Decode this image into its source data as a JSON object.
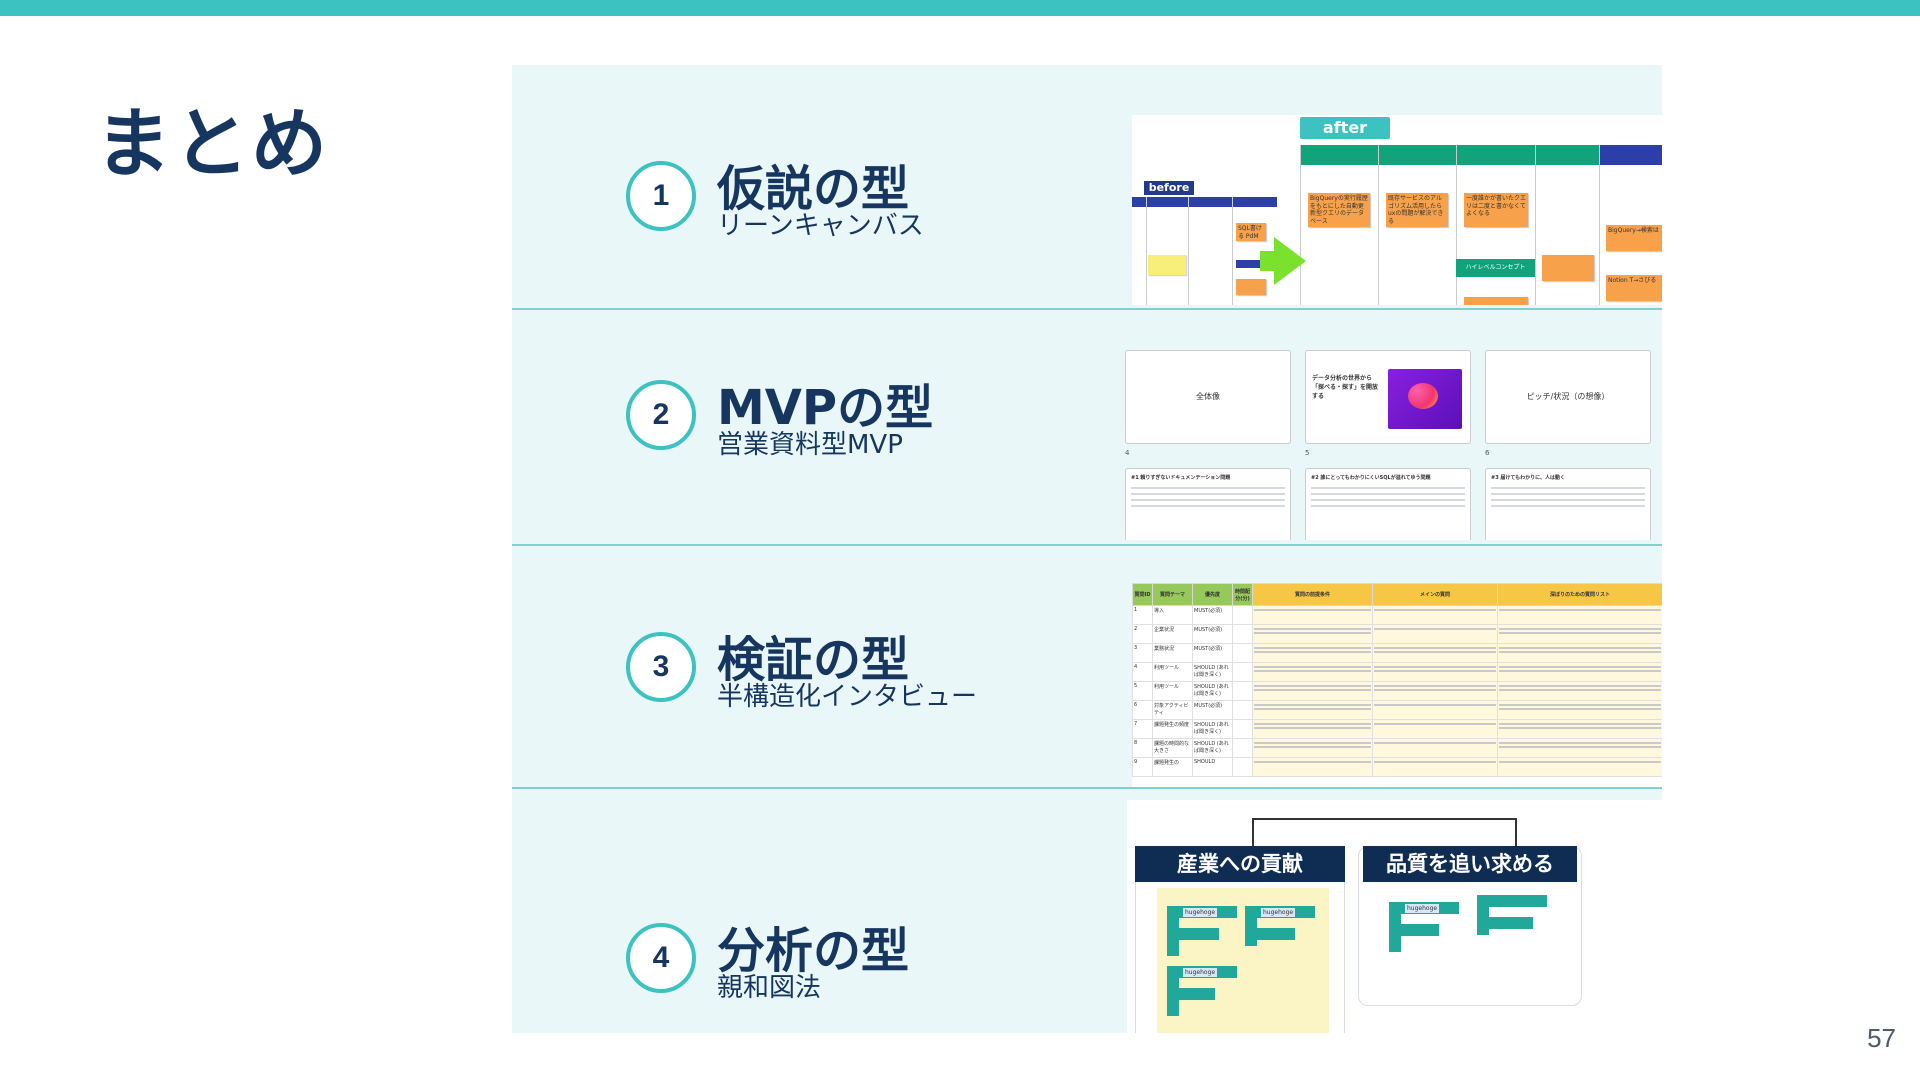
{
  "page": {
    "title": "まとめ",
    "page_number": "57"
  },
  "rows": [
    {
      "number": "1",
      "title": "仮説の型",
      "subtitle": "リーンキャンバス"
    },
    {
      "number": "2",
      "title": "MVPの型",
      "subtitle": "営業資料型MVP"
    },
    {
      "number": "3",
      "title": "検証の型",
      "subtitle": "半構造化インタビュー"
    },
    {
      "number": "4",
      "title": "分析の型",
      "subtitle": "親和図法"
    }
  ],
  "thumb1": {
    "after_label": "after",
    "before_label": "before",
    "stickies": [
      "BigQueryの実行履歴をもとにした自動更新型クエリのデータベース",
      "既存サービスのアルゴリズム活用したらuxの問題が解決できる",
      "一度誰かが書いたクエリは二度と書かなくてよくなる",
      "SQL書ける PdM",
      "BigQuery→検索は",
      "Notion T→さびる"
    ],
    "green_bar": "ハイレベルコンセプト"
  },
  "thumb2": {
    "slides": [
      {
        "num": "4",
        "text": "全体像"
      },
      {
        "num": "5",
        "text": "データ分析の世界から「探べる・探す」を開放する"
      },
      {
        "num": "6",
        "text": "ピッチ/状況（の想像）"
      }
    ],
    "docs": [
      "#1 頼りすぎないドキュメンテーション問題",
      "#2 誰にとってもわかりにくいSQLが溢れてゆう問題",
      "#3 届けてもわかりに、人は動く"
    ]
  },
  "thumb3": {
    "headers": [
      "質問ID",
      "質問テーマ",
      "優先度",
      "時間配分(分)",
      "質問の前提条件",
      "メインの質問",
      "深ぼりのための質問リスト"
    ],
    "rows": [
      {
        "id": "1",
        "theme": "導入",
        "priority": "MUST(必須)"
      },
      {
        "id": "2",
        "theme": "企業状況",
        "priority": "MUST(必須)"
      },
      {
        "id": "3",
        "theme": "業務状況",
        "priority": "MUST(必須)"
      },
      {
        "id": "4",
        "theme": "利用ツール",
        "priority": "SHOULD (あれば聞き深く)"
      },
      {
        "id": "5",
        "theme": "利用ツール",
        "priority": "SHOULD (あれば聞き深く)"
      },
      {
        "id": "6",
        "theme": "対象アクティビティ",
        "priority": "MUST(必須)"
      },
      {
        "id": "7",
        "theme": "課題発生の頻度",
        "priority": "SHOULD (あれば聞き深く)"
      },
      {
        "id": "8",
        "theme": "課題の時間的な大きさ",
        "priority": "SHOULD (あれば聞き深く)"
      },
      {
        "id": "9",
        "theme": "課題発生の",
        "priority": "SHOULD"
      }
    ]
  },
  "thumb4": {
    "left_head": "産業への貢献",
    "right_head": "品質を追い求める",
    "tags": [
      "hugehoge",
      "hugehoge",
      "hugehoge",
      "hugehoge"
    ]
  },
  "colors": {
    "accent": "#3cc2c0",
    "navy": "#16365f",
    "panel": "#e9f7f8"
  }
}
